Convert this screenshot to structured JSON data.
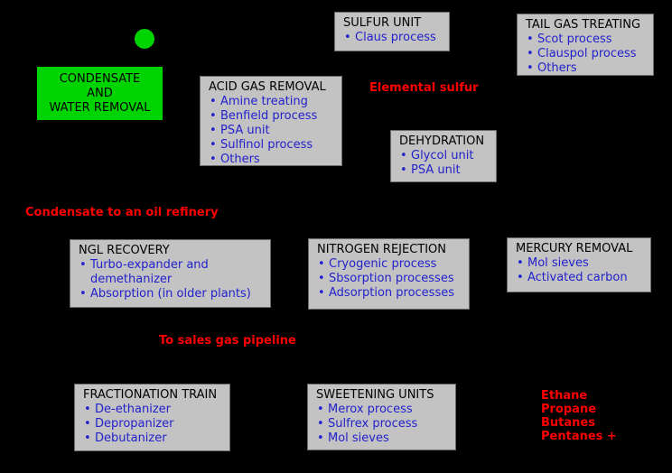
{
  "diagram": {
    "colors": {
      "bg": "#000000",
      "box_bg": "#c3c3c3",
      "box_border": "#6a6a6a",
      "title_color": "#000000",
      "bullet_color": "#2222cc",
      "label_color": "#ff0000",
      "green": "#00d400"
    },
    "source_box": {
      "lines": [
        "CONDENSATE",
        "AND",
        "WATER REMOVAL"
      ]
    },
    "boxes": [
      {
        "key": "acid-gas-removal",
        "title": "ACID GAS REMOVAL",
        "items": [
          "Amine treating",
          "Benfield process",
          "PSA unit",
          "Sulfinol process",
          "Others"
        ]
      },
      {
        "key": "sulfur-unit",
        "title": "SULFUR UNIT",
        "items": [
          "Claus process"
        ]
      },
      {
        "key": "tail-gas-treating",
        "title": "TAIL GAS TREATING",
        "items": [
          "Scot process",
          "Clauspol process",
          "Others"
        ]
      },
      {
        "key": "dehydration",
        "title": "DEHYDRATION",
        "items": [
          "Glycol unit",
          "PSA unit"
        ]
      },
      {
        "key": "ngl-recovery",
        "title": "NGL RECOVERY",
        "items": [
          "Turbo-expander and demethanizer",
          "Absorption (in older plants)"
        ]
      },
      {
        "key": "nitrogen-rejection",
        "title": "NITROGEN REJECTION",
        "items": [
          "Cryogenic process",
          "Sbsorption processes",
          "Adsorption processes"
        ]
      },
      {
        "key": "mercury-removal",
        "title": "MERCURY REMOVAL",
        "items": [
          "Mol sieves",
          "Activated carbon"
        ]
      },
      {
        "key": "fractionation-train",
        "title": "FRACTIONATION TRAIN",
        "items": [
          "De-ethanizer",
          "Depropanizer",
          "Debutanizer"
        ]
      },
      {
        "key": "sweetening-units",
        "title": "SWEETENING UNITS",
        "items": [
          "Merox process",
          "Sulfrex process",
          "Mol sieves"
        ]
      }
    ],
    "labels": {
      "elemental_sulfur": "Elemental sulfur",
      "condensate_refinery": "Condensate to an oil refinery",
      "sales_gas": "To sales gas pipeline"
    },
    "products": [
      "Ethane",
      "Propane",
      "Butanes",
      "Pentanes +"
    ]
  }
}
